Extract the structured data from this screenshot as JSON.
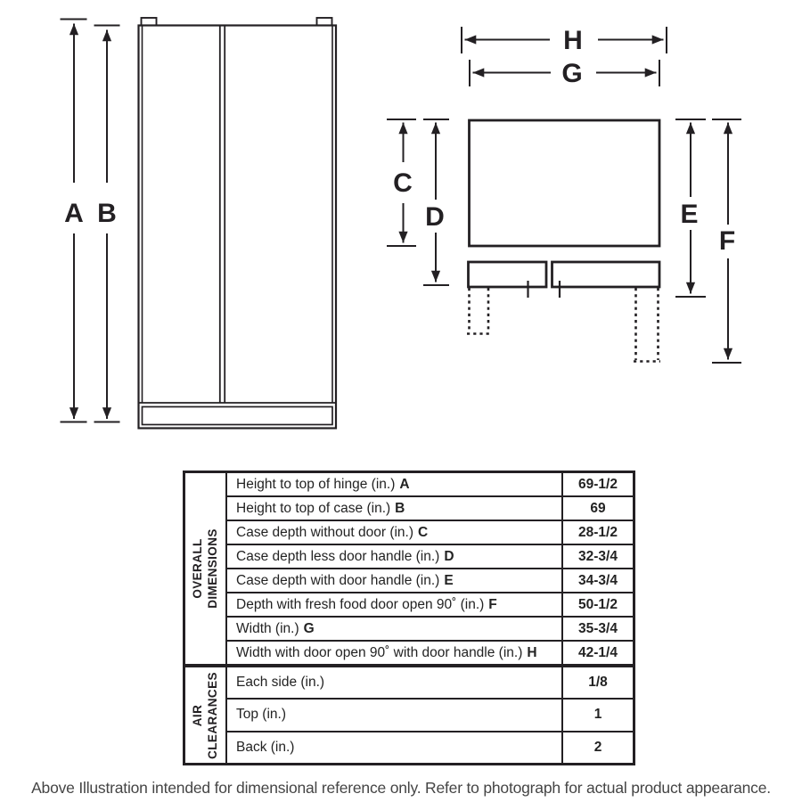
{
  "diagram": {
    "labels": {
      "A": "A",
      "B": "B",
      "C": "C",
      "D": "D",
      "E": "E",
      "F": "F",
      "G": "G",
      "H": "H"
    }
  },
  "table": {
    "sections": [
      {
        "header": "OVERALL\nDIMENSIONS",
        "rows": [
          {
            "label": "Height to top of hinge (in.)",
            "letter": "A",
            "value": "69-1/2"
          },
          {
            "label": "Height to top of case (in.)",
            "letter": "B",
            "value": "69"
          },
          {
            "label": "Case depth without door (in.)",
            "letter": "C",
            "value": "28-1/2"
          },
          {
            "label": "Case depth less door handle (in.)",
            "letter": "D",
            "value": "32-3/4"
          },
          {
            "label": "Case depth with door handle (in.)",
            "letter": "E",
            "value": "34-3/4"
          },
          {
            "label": "Depth with fresh food door open 90˚ (in.)",
            "letter": "F",
            "value": "50-1/2"
          },
          {
            "label": "Width (in.)",
            "letter": "G",
            "value": "35-3/4"
          },
          {
            "label": "Width with door open 90˚ with door handle (in.)",
            "letter": "H",
            "value": "42-1/4"
          }
        ]
      },
      {
        "header": "AIR\nCLEARANCES",
        "rows": [
          {
            "label": "Each side (in.)",
            "value": "1/8"
          },
          {
            "label": "Top (in.)",
            "value": "1"
          },
          {
            "label": "Back (in.)",
            "value": "2"
          }
        ]
      }
    ]
  },
  "caption": "Above Illustration intended for dimensional reference only. Refer to photograph for actual product appearance."
}
